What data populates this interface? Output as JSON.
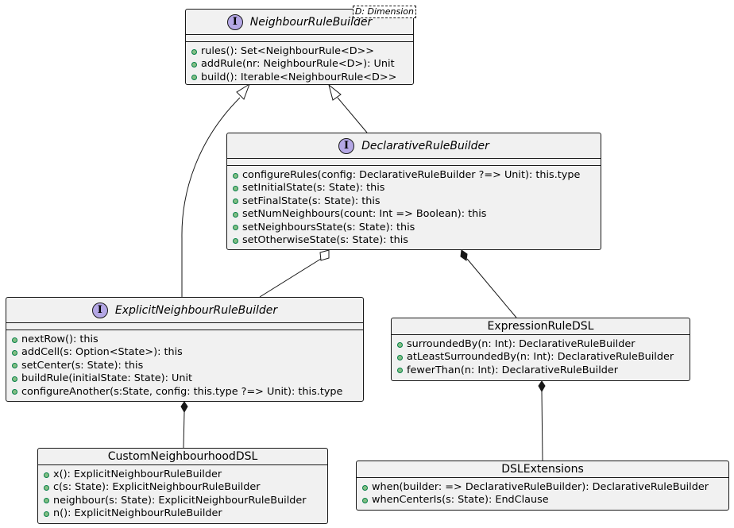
{
  "diagram": {
    "classes": {
      "neighbour_rule_builder": {
        "name": "NeighbourRuleBuilder",
        "stereotype_letter": "I",
        "type_param": "D: Dimension",
        "methods": [
          "rules(): Set<NeighbourRule<D>>",
          "addRule(nr: NeighbourRule<D>): Unit",
          "build(): Iterable<NeighbourRule<D>>"
        ]
      },
      "declarative_rule_builder": {
        "name": "DeclarativeRuleBuilder",
        "stereotype_letter": "I",
        "methods": [
          "configureRules(config: DeclarativeRuleBuilder ?=> Unit): this.type",
          "setInitialState(s: State): this",
          "setFinalState(s: State): this",
          "setNumNeighbours(count: Int => Boolean): this",
          "setNeighboursState(s: State): this",
          "setOtherwiseState(s: State): this"
        ]
      },
      "explicit_neighbour_rule_builder": {
        "name": "ExplicitNeighbourRuleBuilder",
        "stereotype_letter": "I",
        "methods": [
          "nextRow(): this",
          "addCell(s: Option<State>): this",
          "setCenter(s: State): this",
          "buildRule(initialState: State): Unit",
          "configureAnother(s:State, config: this.type ?=> Unit): this.type"
        ]
      },
      "expression_rule_dsl": {
        "name": "ExpressionRuleDSL",
        "methods": [
          "surroundedBy(n: Int): DeclarativeRuleBuilder",
          "atLeastSurroundedBy(n: Int): DeclarativeRuleBuilder",
          "fewerThan(n: Int): DeclarativeRuleBuilder"
        ]
      },
      "custom_neighbourhood_dsl": {
        "name": "CustomNeighbourhoodDSL",
        "methods": [
          "x(): ExplicitNeighbourRuleBuilder",
          "c(s: State): ExplicitNeighbourRuleBuilder",
          "neighbour(s: State): ExplicitNeighbourRuleBuilder",
          "n(): ExplicitNeighbourRuleBuilder"
        ]
      },
      "dsl_extensions": {
        "name": "DSLExtensions",
        "methods": [
          "when(builder: => DeclarativeRuleBuilder): DeclarativeRuleBuilder",
          "whenCenterIs(s: State): EndClause"
        ]
      }
    },
    "relations": [
      {
        "from": "ExplicitNeighbourRuleBuilder",
        "to": "NeighbourRuleBuilder",
        "kind": "generalization"
      },
      {
        "from": "DeclarativeRuleBuilder",
        "to": "NeighbourRuleBuilder",
        "kind": "generalization"
      },
      {
        "from": "ExplicitNeighbourRuleBuilder",
        "to": "DeclarativeRuleBuilder",
        "kind": "aggregation"
      },
      {
        "from": "ExpressionRuleDSL",
        "to": "DeclarativeRuleBuilder",
        "kind": "composition"
      },
      {
        "from": "CustomNeighbourhoodDSL",
        "to": "ExplicitNeighbourRuleBuilder",
        "kind": "composition"
      },
      {
        "from": "DSLExtensions",
        "to": "ExpressionRuleDSL",
        "kind": "composition"
      }
    ],
    "colors": {
      "box_fill": "#f1f1f1",
      "border": "#181818",
      "interface_badge": "#b4a7e5",
      "method_dot_fill": "#84be84",
      "method_dot_border": "#038048"
    }
  }
}
